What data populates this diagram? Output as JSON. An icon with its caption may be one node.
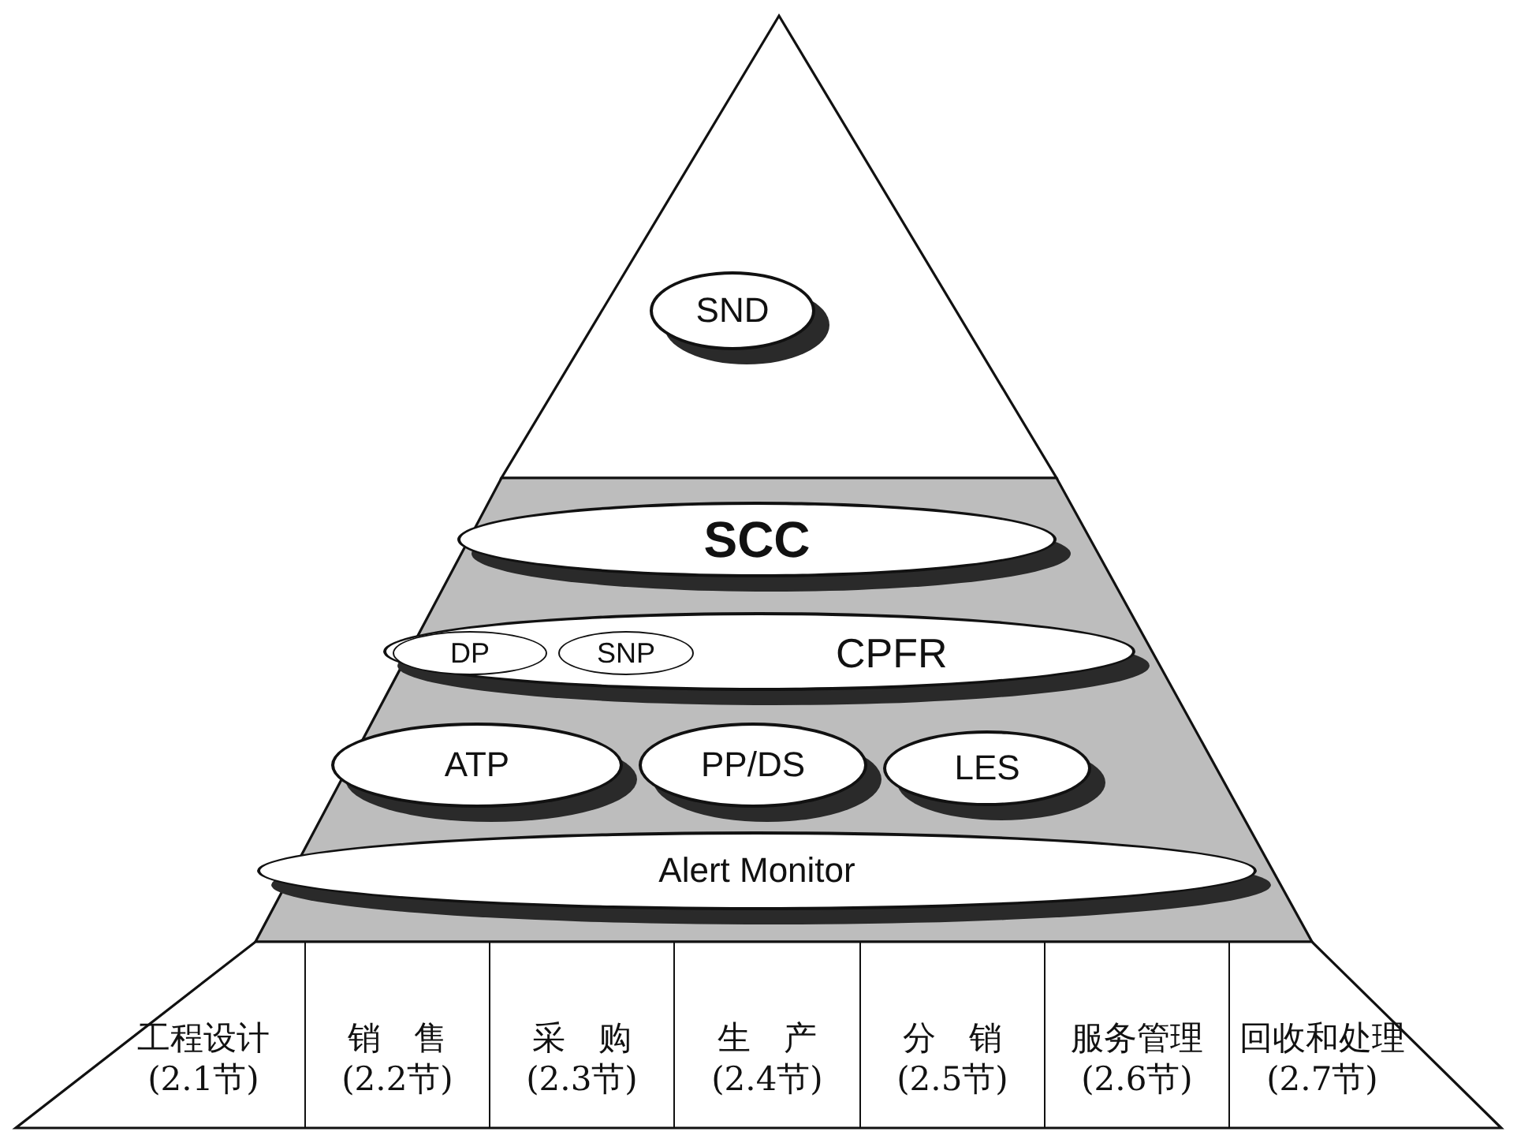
{
  "diagram": {
    "nodes": [
      {
        "text": [],
        "shape": "triangle"
      },
      {
        "text": [
          "SND"
        ],
        "in": 0
      },
      {
        "text": [],
        "shape": "band"
      },
      {
        "text": [
          "SCC"
        ],
        "in": 2
      },
      {
        "text": [
          "CPFR"
        ],
        "in": 2
      },
      {
        "text": [
          "DP"
        ],
        "in": 4
      },
      {
        "text": [
          "SNP"
        ],
        "in": 4
      },
      {
        "text": [
          "ATP"
        ],
        "in": 2
      },
      {
        "text": [
          "PP/DS"
        ],
        "in": 2
      },
      {
        "text": [
          "LES"
        ],
        "in": 2
      },
      {
        "text": [
          "Alert Monitor"
        ],
        "in": 2
      },
      {
        "text": [],
        "shape": "band"
      },
      {
        "text": [
          "工程设计",
          "(2.1节)"
        ],
        "in": 11
      },
      {
        "text": [
          "销　售",
          "(2.2节)"
        ],
        "in": 11
      },
      {
        "text": [
          "采　购",
          "(2.3节)"
        ],
        "in": 11
      },
      {
        "text": [
          "生　产",
          "(2.4节)"
        ],
        "in": 11
      },
      {
        "text": [
          "分　销",
          "(2.5节)"
        ],
        "in": 11
      },
      {
        "text": [
          "服务管理",
          "(2.6节)"
        ],
        "in": 11
      },
      {
        "text": [
          "回收和处理",
          "(2.7节)"
        ],
        "in": 11
      }
    ],
    "edges": []
  }
}
